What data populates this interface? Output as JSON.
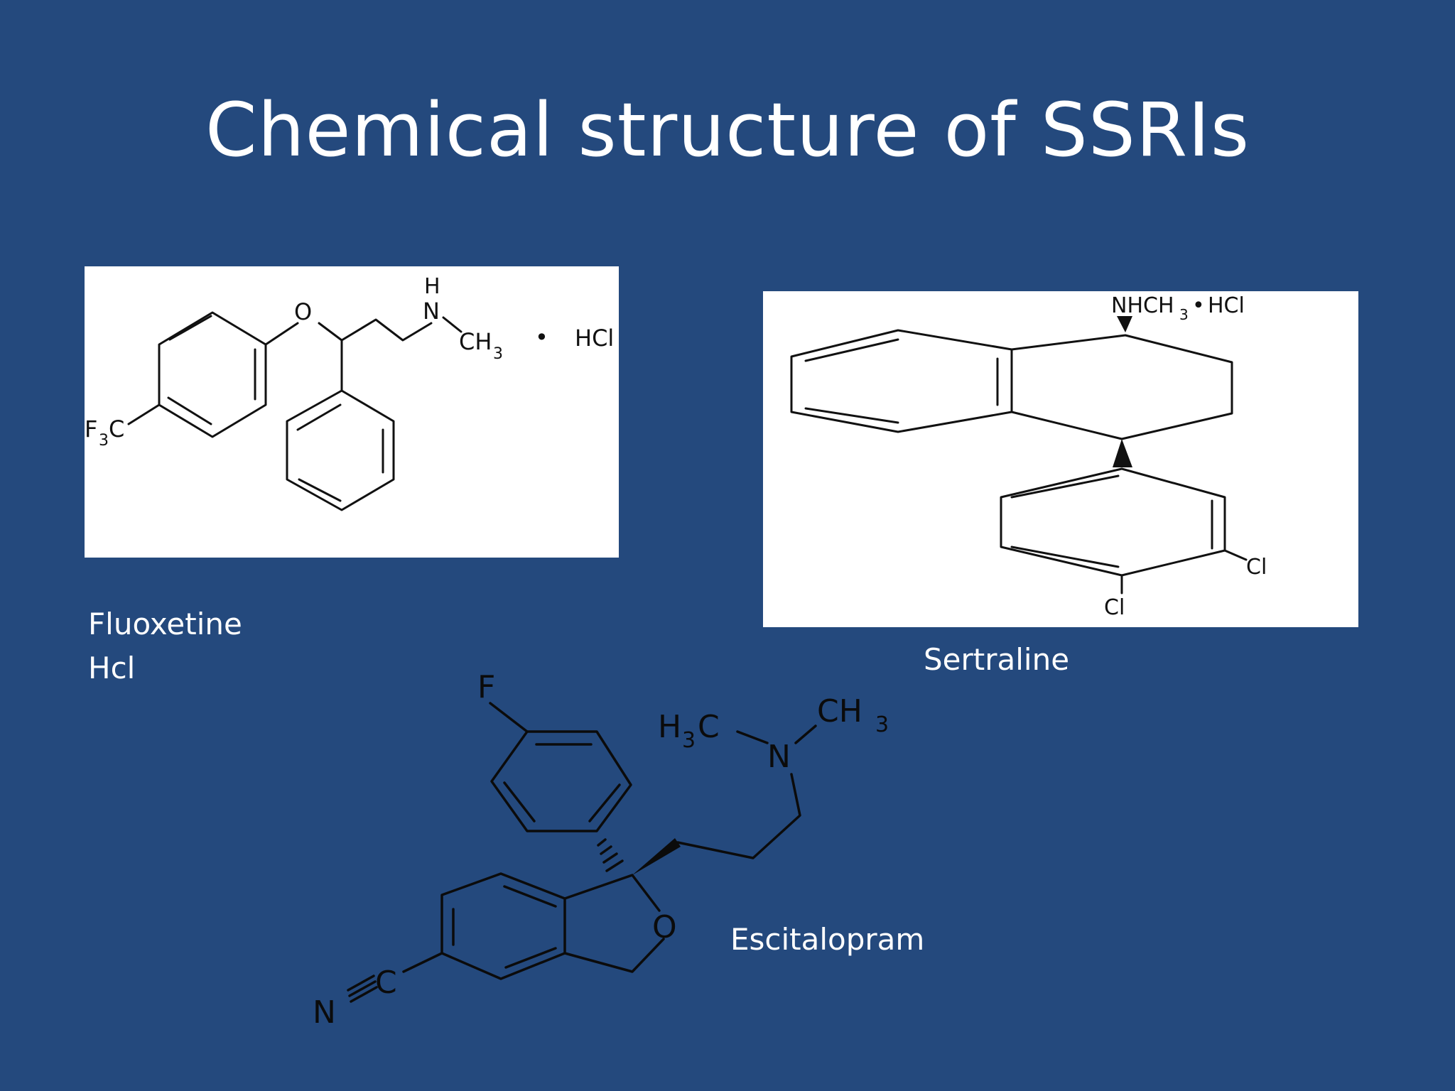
{
  "slide": {
    "title": "Chemical structure of SSRIs",
    "background_color": "#24497d",
    "text_color": "#ffffff"
  },
  "structures": {
    "fluoxetine": {
      "caption_line1": "Fluoxetine",
      "caption_line2": "Hcl",
      "labels": {
        "o": "O",
        "h": "H",
        "n": "N",
        "ch": "CH",
        "ch_sub": "3",
        "dot": "•",
        "hcl": "HCl",
        "f": "F",
        "f_sub": "3",
        "c": "C"
      }
    },
    "sertraline": {
      "caption": "Sertraline",
      "labels": {
        "nhch": "NHCH",
        "nhch_sub": "3",
        "dot": "•",
        "hcl": "HCl",
        "cl_right": "Cl",
        "cl_bottom": "Cl"
      }
    },
    "escitalopram": {
      "caption": "Escitalopram",
      "labels": {
        "f": "F",
        "h3c_h": "H",
        "h3c_sub": "3",
        "h3c_c": "C",
        "n_amine": "N",
        "ch": "CH",
        "ch_sub": "3",
        "o": "O",
        "nc_n": "N",
        "nc_c": "C"
      }
    }
  }
}
